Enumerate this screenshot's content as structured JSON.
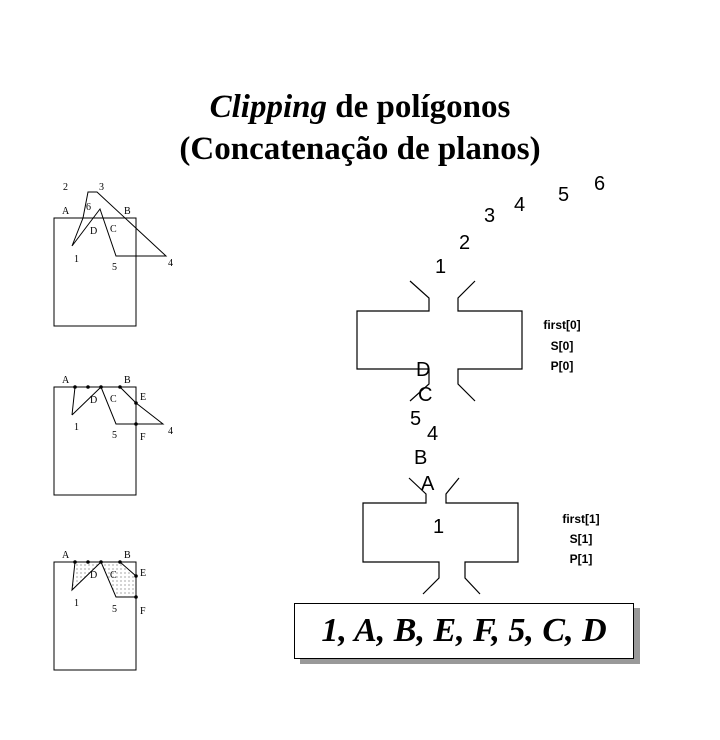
{
  "title": {
    "italic": "Clipping",
    "line1_rest": " de polígonos",
    "line2": "(Concatenação de planos)"
  },
  "diagram1": {
    "labels": [
      "2",
      "3",
      "A",
      "6",
      "B",
      "D",
      "C",
      "1",
      "5",
      "4"
    ]
  },
  "diagram2": {
    "labels": [
      "A",
      "B",
      "E",
      "D",
      "C",
      "1",
      "5",
      "F",
      "4"
    ]
  },
  "diagram3": {
    "labels": [
      "A",
      "B",
      "E",
      "D",
      "C",
      "1",
      "5",
      "F"
    ]
  },
  "pipeline": {
    "input_stream": [
      "1",
      "2",
      "3",
      "4",
      "5",
      "6"
    ],
    "stage0": {
      "l1": "first[0]",
      "l2": "S[0]",
      "l3": "P[0]"
    },
    "intermediate": [
      "D",
      "C",
      "5",
      "4",
      "B",
      "A"
    ],
    "stage1_inside": "1",
    "stage1": {
      "l1": "first[1]",
      "l2": "S[1]",
      "l3": "P[1]"
    }
  },
  "result": "1, A, B, E, F, 5, C, D"
}
